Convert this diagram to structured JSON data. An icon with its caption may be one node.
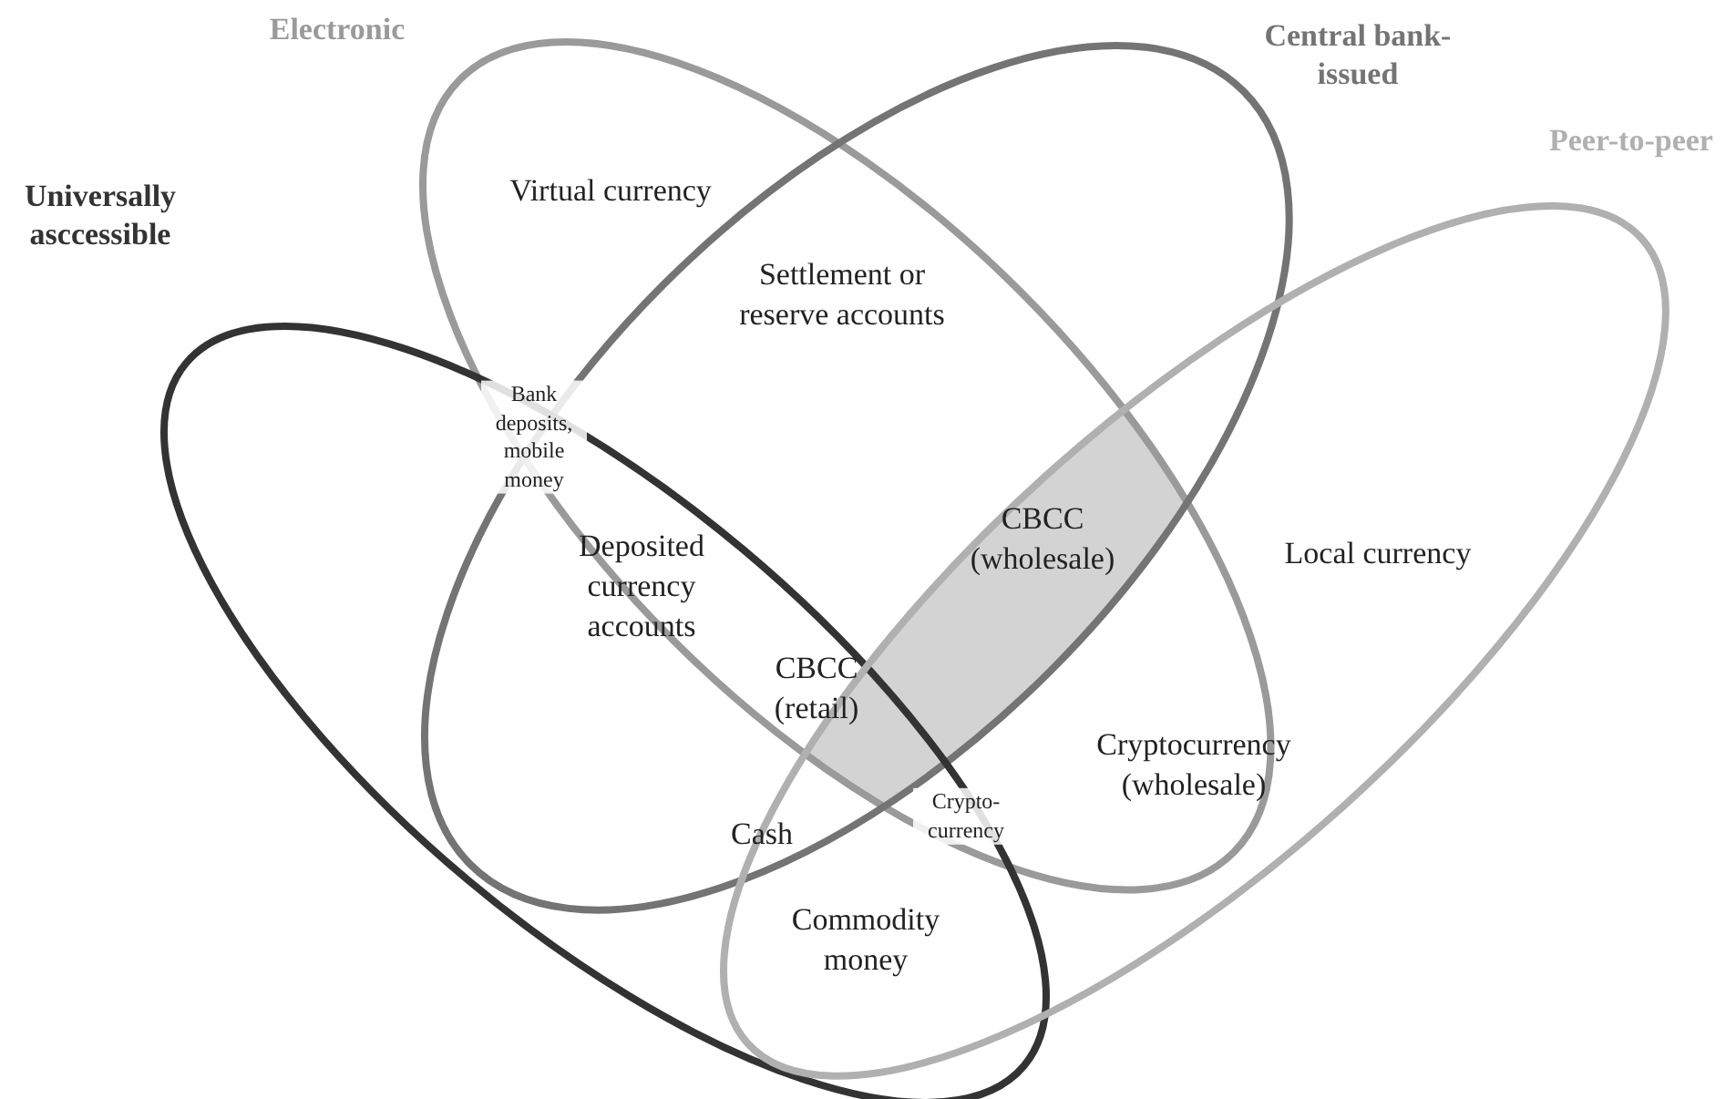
{
  "diagram": {
    "nodes": [
      {
        "text": [
          "Electronic"
        ]
      },
      {
        "text": [
          "Central bank-issued"
        ]
      },
      {
        "text": [
          "Universally asccessible"
        ]
      },
      {
        "text": [
          "Peer-to-peer"
        ]
      }
    ],
    "edges": [],
    "labels": [
      "Virtual currency",
      "Settlement or reserve accounts",
      "Bank deposits, mobile money",
      "Deposited currency accounts",
      "CBCC (wholesale)",
      "Local currency",
      "CBCC (retail)",
      "Cryptocurrency (wholesale)",
      "Cash",
      "Crypto-currency",
      "Commodity money"
    ]
  }
}
